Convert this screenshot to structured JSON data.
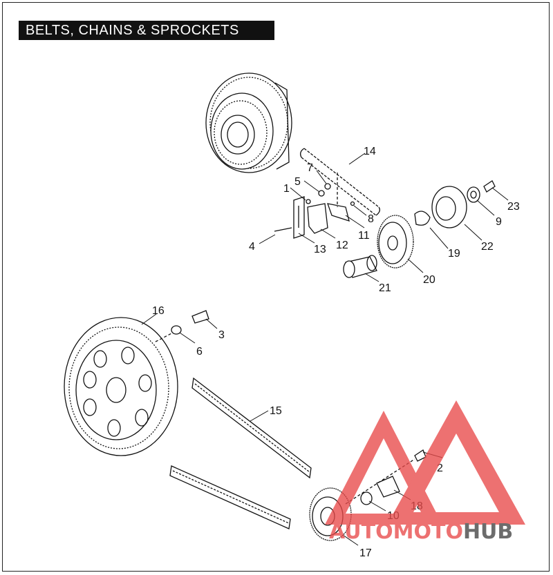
{
  "title": "BELTS, CHAINS & SPROCKETS",
  "callouts": {
    "n1": "1",
    "n2": "2",
    "n3": "3",
    "n4": "4",
    "n5": "5",
    "n6": "6",
    "n7": "7",
    "n8": "8",
    "n9": "9",
    "n10": "10",
    "n11": "11",
    "n12": "12",
    "n13": "13",
    "n14": "14",
    "n15": "15",
    "n16": "16",
    "n17": "17",
    "n18": "18",
    "n19": "19",
    "n20": "20",
    "n21": "21",
    "n22": "22",
    "n23": "23"
  },
  "watermark": {
    "part1": "AUTO",
    "part2": "MOTO",
    "part3": "HUB",
    "color": "#e84a4a",
    "dark": "#444444"
  }
}
